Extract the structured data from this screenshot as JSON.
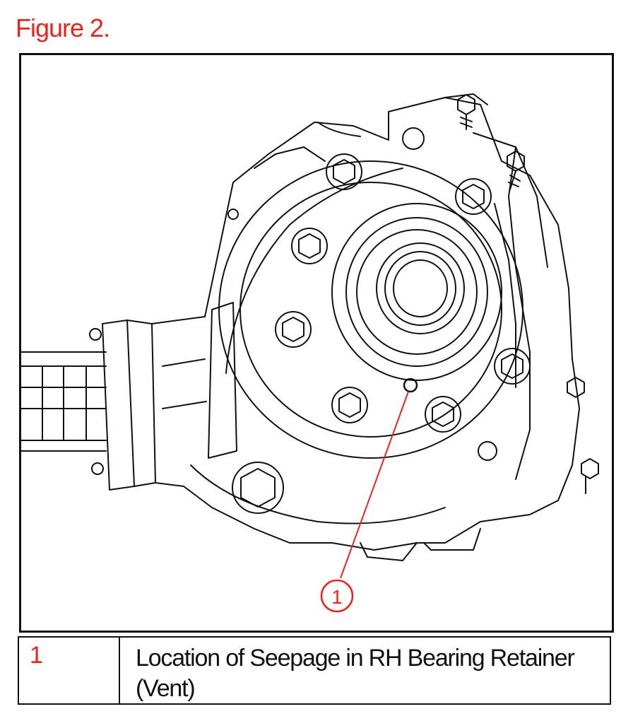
{
  "figure": {
    "title": "Figure 2.",
    "callout_number": "1",
    "accent_color": "#e8231e"
  },
  "legend": {
    "number": "1",
    "description": "Location of Seepage in RH Bearing Retainer (Vent)"
  }
}
